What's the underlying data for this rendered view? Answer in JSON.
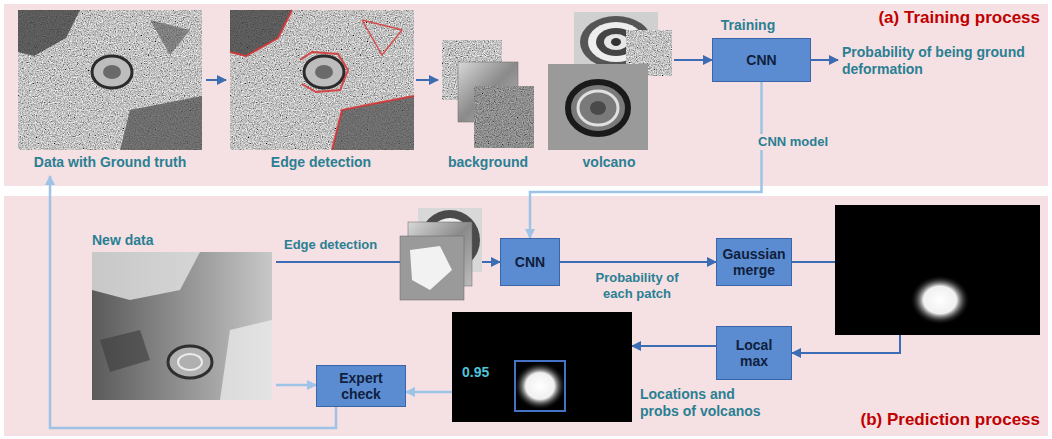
{
  "diagram": {
    "nodes": [
      {
        "text": [
          "(a) Training process"
        ]
      },
      {
        "text": [
          "Data with Ground truth"
        ],
        "in": 0
      },
      {
        "text": [
          "Edge detection"
        ],
        "in": 0
      },
      {
        "text": [
          "background"
        ],
        "in": 0
      },
      {
        "text": [
          "volcano"
        ],
        "in": 0
      },
      {
        "text": [
          "Training",
          "CNN"
        ],
        "in": 0
      },
      {
        "text": [
          "(b) Prediction process"
        ]
      },
      {
        "text": [
          "New data"
        ],
        "in": 6
      },
      {
        "text": [
          "CNN"
        ],
        "in": 6
      },
      {
        "text": [
          "Gaussian merge"
        ],
        "in": 6
      },
      {
        "text": [
          "Local max"
        ],
        "in": 6
      },
      {
        "text": [
          "0.95",
          "Locations and probs of volcanos"
        ],
        "in": 6
      },
      {
        "text": [
          "Expert check"
        ],
        "in": 6
      }
    ],
    "edges": [
      {
        "from": 1,
        "to": 2,
        "arrow": "to"
      },
      {
        "from": 2,
        "to": 3,
        "arrow": "to"
      },
      {
        "from": 4,
        "to": 5,
        "arrow": "to"
      },
      {
        "from": 5,
        "to": 8,
        "arrow": "to",
        "label": "CNN model"
      },
      {
        "from": 7,
        "to": 8,
        "arrow": "to",
        "label": "Edge detection"
      },
      {
        "from": 8,
        "to": 9,
        "arrow": "to",
        "label": "Probability of each patch"
      },
      {
        "from": 9,
        "to": 10,
        "arrow": "to"
      },
      {
        "from": 10,
        "to": 11,
        "arrow": "to"
      },
      {
        "from": 7,
        "to": 12,
        "arrow": "to"
      },
      {
        "from": 11,
        "to": 12,
        "arrow": "to"
      },
      {
        "from": 12,
        "to": 1,
        "arrow": "to"
      }
    ],
    "labels": [
      "Probability of being ground deformation"
    ]
  }
}
